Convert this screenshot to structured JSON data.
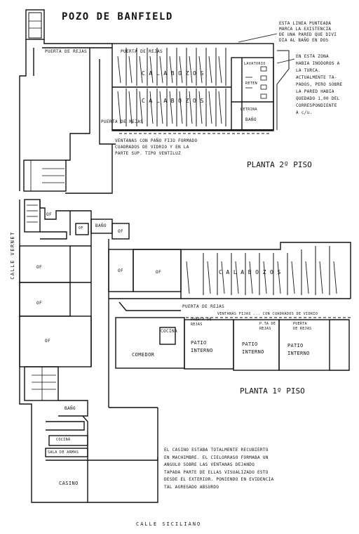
{
  "title": "POZO DE BANFIELD",
  "upper_floor": {
    "title": "PLANTA 2º PISO",
    "labels": {
      "puerta_rejas_left": "PUERTA DE REJAS",
      "puerta_rejas_top": "PUERTA DE REJAS",
      "puerta_rejas_bottom": "PUERTA DE REJAS",
      "calabozos_1": "C A L A B O Z O S",
      "calabozos_2": "C A L A B O Z O S",
      "ventanas": "VENTANAS CON PAÑO FIJO FORMADO\nCUADRADOS DE VIDRIO Y EN LA\nPARTE SUP. TIPO VENTILUZ",
      "lavatorio": "LAVATORIO",
      "reten": "RETEN",
      "letrina": "LETRINA",
      "bano": "BAÑO"
    },
    "note_dashed": "ESTA LINEA PUNTEADA\nMARCA LA EXISTENCIA\nDE UNA PARED QUE DIVI\nDIA AL BAÑO EN DOS",
    "note_turca": "EN ESTA ZONA\nHABIA INODOROS A\nLA TURCA.\nACTUALMENTE TA-\nPADOS, PERO SOBRE\nLA PARED HABIA\nQUEDADO 1,00 DEL\nCORRESPONDIENTE\nA c/u."
  },
  "lower_floor": {
    "title": "PLANTA 1º PISO",
    "street_left": "CALLE VERNET",
    "street_bottom": "CALLE SICILIANO",
    "labels": {
      "of_1": "OF",
      "of_2": "OF",
      "of_3": "OF",
      "of_4": "OF",
      "of_5": "OF",
      "of_6": "OF",
      "of_7": "OF",
      "of_8": "OF",
      "bano_1": "BAÑO",
      "bano_2": "BAÑO",
      "puerta_rejas": "PUERTA DE REJAS",
      "calabozos": "C A L A B O Z O S",
      "ventanas_fijas": "VENTANAS FIJAS ... CON CUADRADOS DE VIDRIO",
      "puerta_rejas_a": "PUERTA DE\nREJAS",
      "puerta_rejas_b": "P.TA DE\nREJAS",
      "puerta_rejas_c": "PUERTA\nDE REJAS",
      "cocina_1": "COCINA",
      "comedor": "COMEDOR",
      "patio_1": "PATIO\nINTERNO",
      "patio_2": "PATIO\nINTERNO",
      "patio_3": "PATIO\nINTERNO",
      "cocina_2": "COCINA",
      "sala_armas": "SALA DE ARMAS",
      "casino": "CASINO"
    },
    "note_casino": "EL CASINO ESTABA TOTALMENTE RECUBIERTO\nEN MACHIMBRE. EL CIELORRASO FORMABA UN\nANGULO SOBRE LAS VENTANAS DEJANDO\nTAPADA PARTE DE ELLAS VISUALIZADO ESTO\nDESDE EL EXTERIOR. PONIENDO EN EVIDENCIA\nTAL AGREGADO ABSURDO"
  }
}
